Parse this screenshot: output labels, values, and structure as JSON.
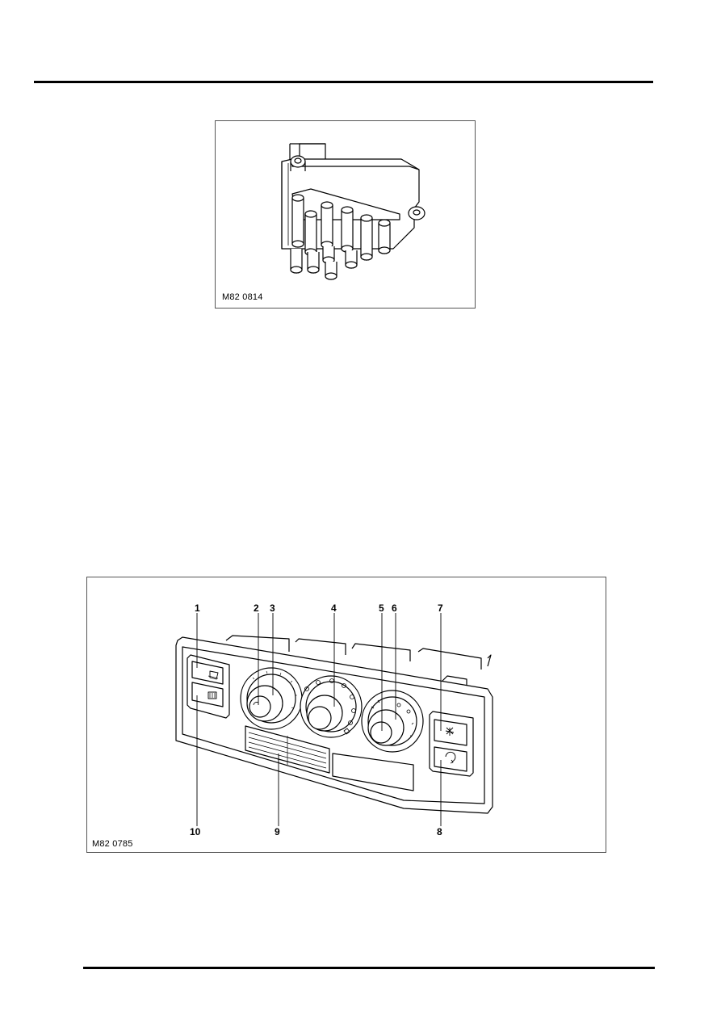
{
  "figure1": {
    "caption": "M82 0814"
  },
  "figure2": {
    "caption": "M82 0785",
    "callouts": [
      "1",
      "2",
      "3",
      "4",
      "5",
      "6",
      "7",
      "8",
      "9",
      "10"
    ]
  }
}
